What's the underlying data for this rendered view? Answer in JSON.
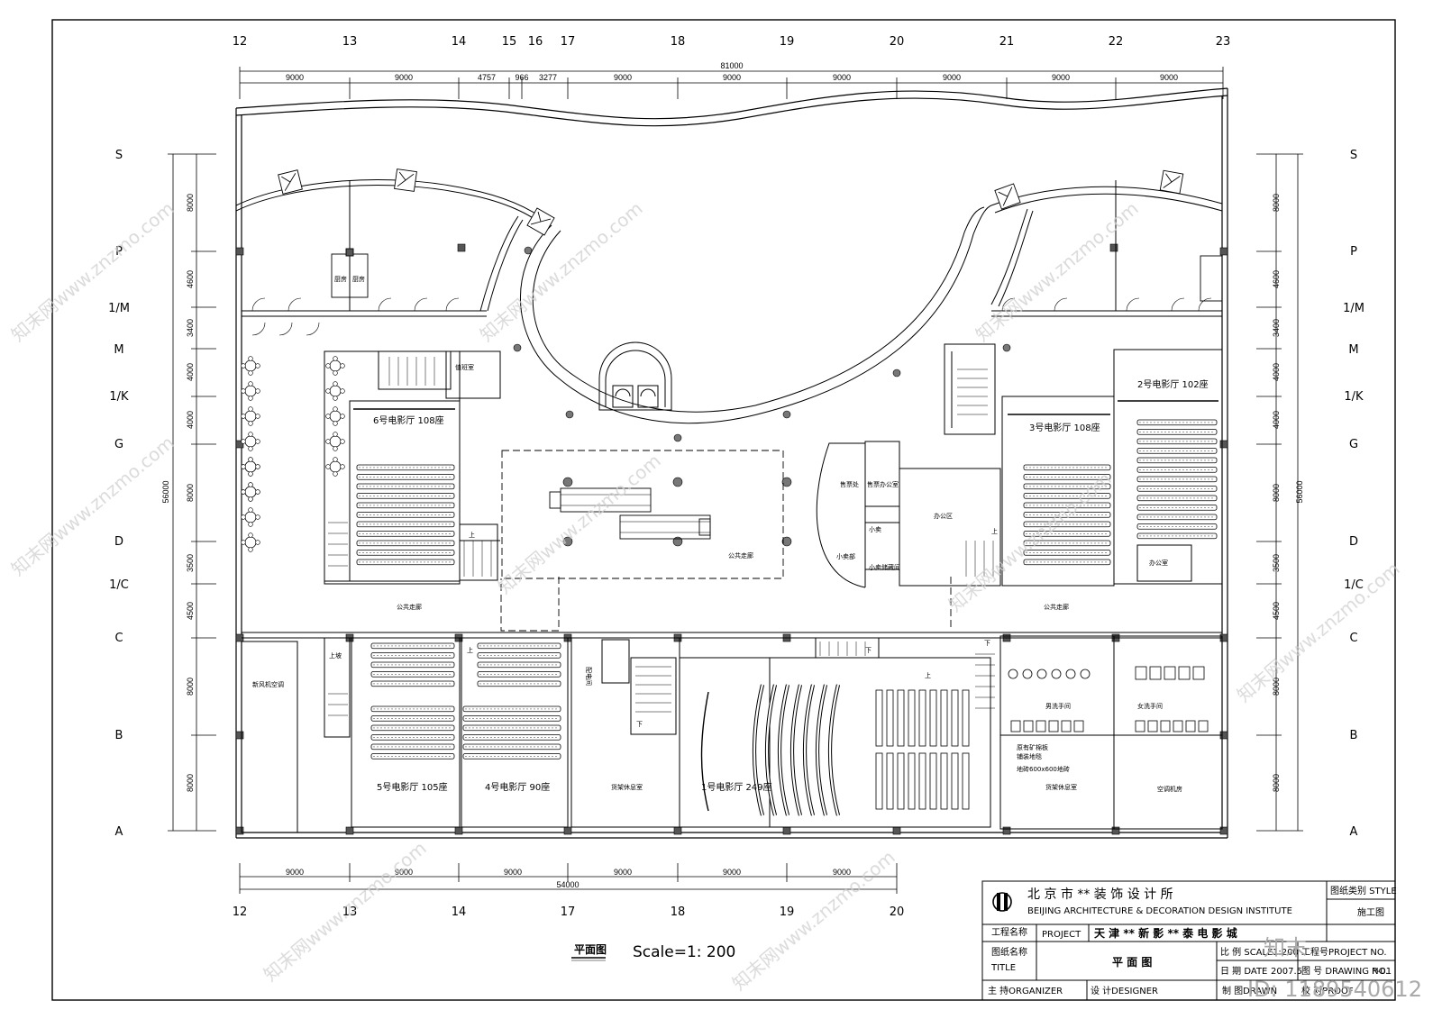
{
  "grid": {
    "top_axis": [
      "12",
      "13",
      "14",
      "15",
      "16",
      "17",
      "18",
      "19",
      "20",
      "21",
      "22",
      "23"
    ],
    "bottom_axis": [
      "12",
      "13",
      "14",
      "17",
      "18",
      "19",
      "20"
    ],
    "left_rows": [
      "S",
      "P",
      "1/M",
      "M",
      "1/K",
      "G",
      "D",
      "1/C",
      "C",
      "B",
      "A"
    ],
    "right_rows": [
      "S",
      "P",
      "1/M",
      "M",
      "1/K",
      "G",
      "D",
      "1/C",
      "C",
      "B",
      "A"
    ]
  },
  "dimensions": {
    "top_total": "81000",
    "top_segments": [
      "9000",
      "9000",
      "4757",
      "966",
      "3277",
      "9000",
      "9000",
      "9000",
      "9000",
      "9000",
      "9000"
    ],
    "bottom_total": "54000",
    "bottom_segments": [
      "9000",
      "9000",
      "9000",
      "9000",
      "9000",
      "9000"
    ],
    "left_total": "56000",
    "right_total": "56000",
    "vertical_segments": [
      "8000",
      "4600",
      "3400",
      "4000",
      "4000",
      "8000",
      "3500",
      "4500",
      "8000",
      "8000"
    ]
  },
  "rooms": {
    "hall6": "6号电影厅 108座",
    "hall3": "3号电影厅 108座",
    "hall2": "2号电影厅 102座",
    "hall5": "5号电影厅 105座",
    "hall4": "4号电影厅 90座",
    "hall1": "1号电影厅 249座",
    "public_corridor_left": "公共走廊",
    "public_corridor_right": "公共走廊",
    "public_hall": "公共走廊",
    "office_area": "办公区",
    "office_right": "办公室",
    "fresh_air": "新风机空调",
    "storage_left": "货架休息室",
    "storage_right": "货架休息室",
    "ac_room": "空调机房",
    "male_wc": "男洗手间",
    "female_wc": "女洗手间",
    "ticket_room": "售票处",
    "ticket_office": "售票办公室",
    "small_sell": "小卖",
    "small_sell2": "小卖部",
    "small_store": "小卖储藏间",
    "kitchen1": "厨房",
    "kitchen2": "厨房",
    "duty_room": "值班室",
    "upstairs": "上",
    "downstairs": "下",
    "up_ramp": "上坡",
    "floor_note1": "原有矿棉板",
    "floor_note2": "铺装地毯",
    "floor_note3": "地砖600x600地砖",
    "mech_room": "配电间"
  },
  "title_block": {
    "company_cn": "北 京 市 ** 装 饰 设 计 所",
    "company_en": "BEIJING ARCHITECTURE & DECORATION DESIGN INSTITUTE",
    "style_label": "图纸类别 STYLE",
    "style_value": "施工图",
    "project_label_cn": "工程名称",
    "project_label_en": "PROJECT",
    "project_value": "天 津 ** 新 影 ** 泰 电 影 城",
    "scale_label": "比 例 SCALE",
    "scale_value": "1:200",
    "project_no_label": "工程号PROJECT NO.",
    "title_label_cn": "图纸名称",
    "title_label_en": "TITLE",
    "title_value": "平 面 图",
    "date_label": "日 期 DATE",
    "date_value": "2007.5",
    "drawing_no_label": "图 号 DRAWING NO.",
    "drawing_no_value": "P-01",
    "organizer_label": "主 持ORGANIZER",
    "designer_label": "设 计DESIGNER",
    "drawn_label": "制 图DRAWN",
    "proof_label": "校 对PROOF"
  },
  "caption": {
    "plan_label": "平面图",
    "scale_text": "Scale=1: 200"
  },
  "watermark": {
    "site": "知末网www.znzmo.com",
    "id": "ID: 1189540612",
    "logo": "知末"
  }
}
